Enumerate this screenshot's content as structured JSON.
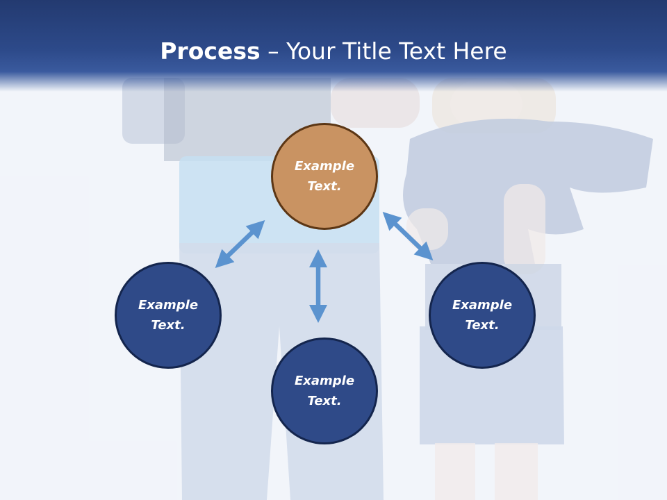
{
  "header": {
    "title_bold": "Process",
    "title_rest": " – Your Title Text Here"
  },
  "diagram": {
    "top": {
      "line1": "Example",
      "line2": "Text."
    },
    "left": {
      "line1": "Example",
      "line2": "Text."
    },
    "bottom": {
      "line1": "Example",
      "line2": "Text."
    },
    "right": {
      "line1": "Example",
      "line2": "Text."
    }
  },
  "colors": {
    "header": "#2d4a8a",
    "top_circle": "#c99362",
    "blue_circle": "#2f4a88",
    "arrow": "#5b93cf"
  },
  "background": {
    "image": "children-holding-denim-jeans-photo"
  }
}
